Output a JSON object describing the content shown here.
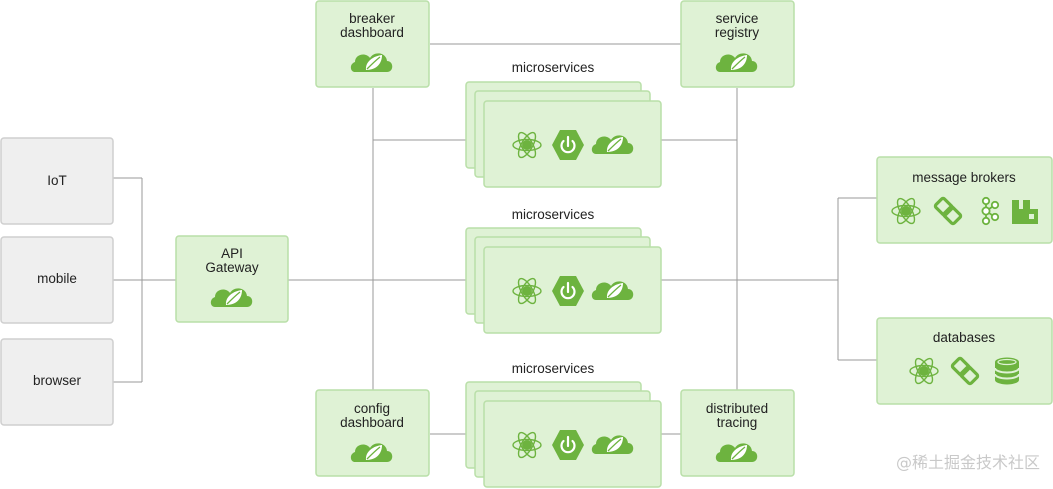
{
  "colors": {
    "green_fill": "#dff2d5",
    "green_stroke": "#b9dfa8",
    "green_icon": "#6db33f",
    "gray_fill": "#efefef",
    "gray_stroke": "#cfcfcf",
    "line": "#9a9a9a",
    "watermark": "#c9c9c9"
  },
  "clients": {
    "iot": "IoT",
    "mobile": "mobile",
    "browser": "browser"
  },
  "gateway": {
    "line1": "API",
    "line2": "Gateway",
    "icon": "spring-cloud-icon"
  },
  "breaker": {
    "line1": "breaker",
    "line2": "dashboard",
    "icon": "spring-cloud-icon"
  },
  "registry": {
    "line1": "service",
    "line2": "registry",
    "icon": "spring-cloud-icon"
  },
  "config": {
    "line1": "config",
    "line2": "dashboard",
    "icon": "spring-cloud-icon"
  },
  "tracing": {
    "line1": "distributed",
    "line2": "tracing",
    "icon": "spring-cloud-icon"
  },
  "microservices": {
    "title_top": "microservices",
    "title_middle": "microservices",
    "title_bottom": "microservices",
    "icons": [
      "spring-atom-icon",
      "spring-boot-icon",
      "spring-cloud-icon"
    ]
  },
  "message_brokers": {
    "title": "message brokers",
    "icons": [
      "spring-atom-icon",
      "spring-integration-icon",
      "kafka-icon",
      "rabbitmq-icon"
    ]
  },
  "databases": {
    "title": "databases",
    "icons": [
      "spring-atom-icon",
      "spring-integration-icon",
      "database-icon"
    ]
  },
  "watermark": "@稀土掘金技术社区"
}
